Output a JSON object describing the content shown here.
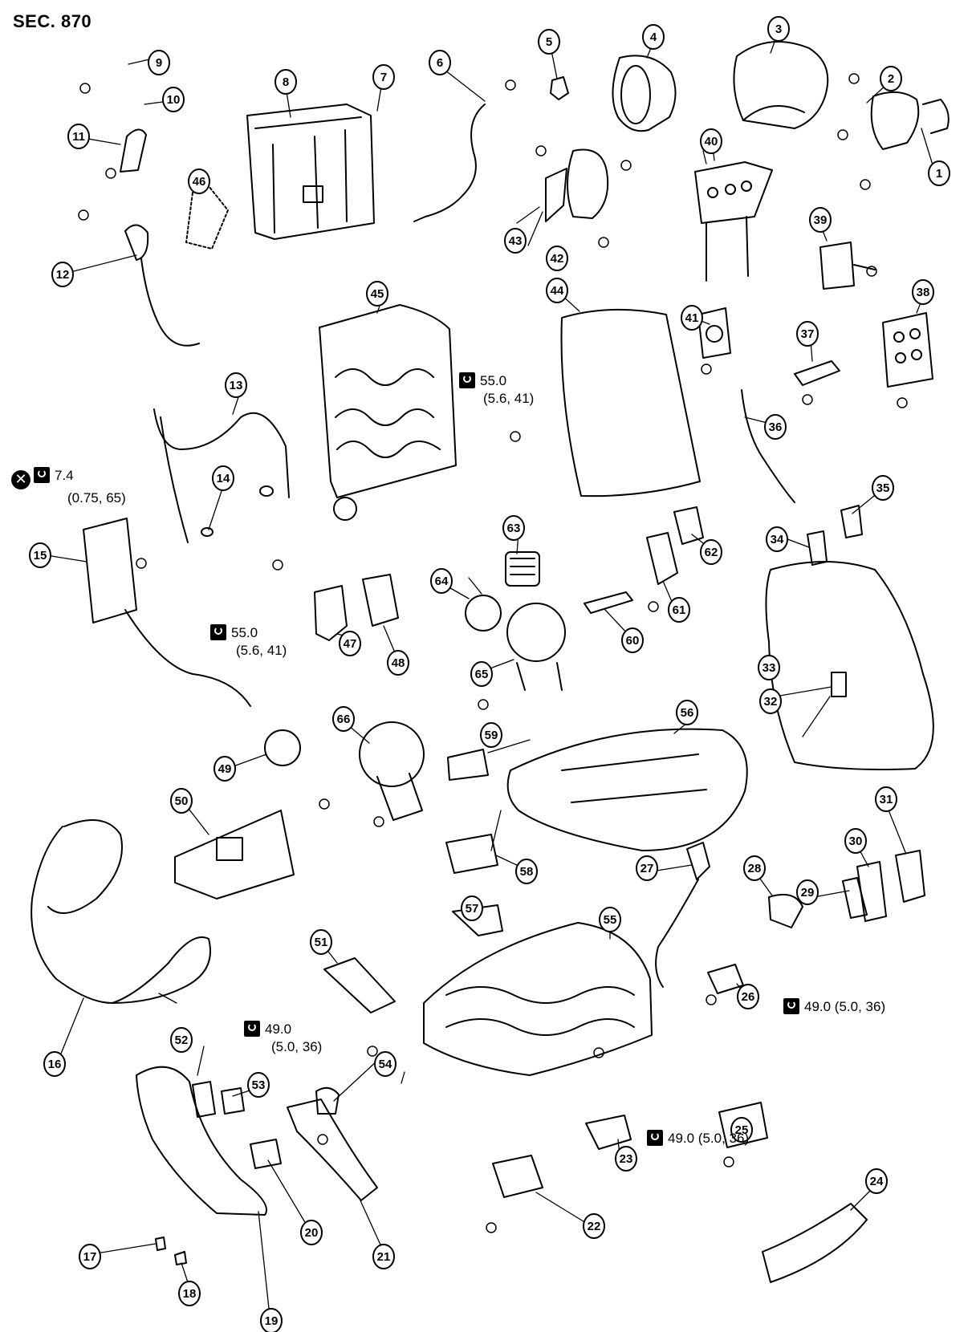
{
  "section_label": "SEC. 870",
  "callouts": [
    "1",
    "2",
    "3",
    "4",
    "5",
    "6",
    "7",
    "8",
    "9",
    "10",
    "11",
    "12",
    "13",
    "14",
    "15",
    "16",
    "17",
    "18",
    "19",
    "20",
    "21",
    "22",
    "23",
    "24",
    "25",
    "26",
    "27",
    "28",
    "29",
    "30",
    "31",
    "32",
    "33",
    "34",
    "35",
    "36",
    "37",
    "38",
    "39",
    "40",
    "41",
    "42",
    "43",
    "44",
    "45",
    "46",
    "47",
    "48",
    "49",
    "50",
    "51",
    "52",
    "53",
    "54",
    "55",
    "56",
    "57",
    "58",
    "59",
    "60",
    "61",
    "62",
    "63",
    "64",
    "65",
    "66"
  ],
  "torque_specs": {
    "t_55_a": {
      "value": "55.0",
      "detail": "(5.6, 41)"
    },
    "t_7_4": {
      "value": "7.4",
      "detail": "(0.75, 65)"
    },
    "t_55_b": {
      "value": "55.0",
      "detail": "(5.6, 41)"
    },
    "t_49_a": {
      "value": "49.0",
      "detail": "(5.0, 36)"
    },
    "t_49_b": {
      "value": "49.0 (5.0, 36)"
    },
    "t_49_c": {
      "value": "49.0 (5.0, 36)"
    }
  },
  "symbols": {
    "wrench": "wrench-icon",
    "do_not_reuse": "x-circle-icon",
    "do_not_reuse_glyph": "✕"
  }
}
